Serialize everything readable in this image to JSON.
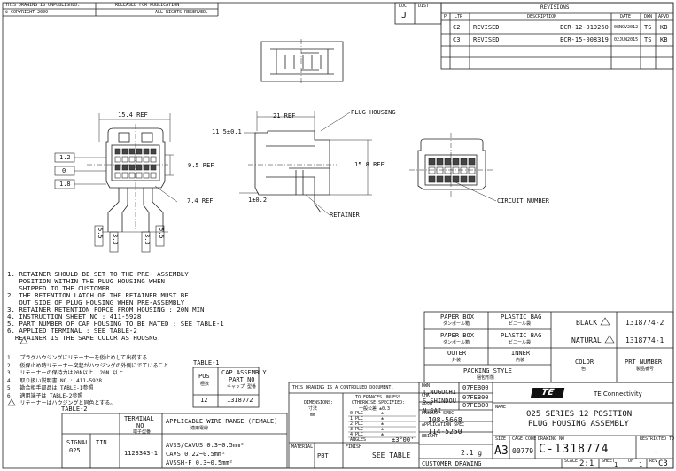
{
  "header": {
    "unpublished": "THIS DRAWING IS UNPUBLISHED.",
    "copyright": "© COPYRIGHT 2009",
    "released": "RELEASED FOR PUBLICATION",
    "rights": "ALL RIGHTS RESERVED."
  },
  "loc": {
    "label": "LOC",
    "value": "J",
    "dist": "DIST"
  },
  "revisions": {
    "title": "REVISIONS",
    "headers": [
      "P",
      "LTR",
      "DESCRIPTION",
      "DATE",
      "DWN",
      "APVD"
    ],
    "rows": [
      {
        "ltr": "C2",
        "desc": "REVISED",
        "ecr": "ECR-12-019260",
        "date": "08NOV2012",
        "dwn": "TS",
        "apvd": "KB"
      },
      {
        "ltr": "C3",
        "desc": "REVISED",
        "ecr": "ECR-15-008319",
        "date": "02JUN2015",
        "dwn": "TS",
        "apvd": "KB"
      }
    ]
  },
  "dims": {
    "w154": "15.4 REF",
    "w21": "21 REF",
    "h115": "11.5±0.1",
    "h95": "9.5 REF",
    "h158": "15.8 REF",
    "d74": "7.4 REF",
    "d1": "1±0.2",
    "b12": "1.2",
    "b0": "0",
    "b18": "1.8",
    "v55a": "5.5",
    "v33a": "3.3",
    "v33b": "3.3",
    "v55b": "5.5"
  },
  "callouts": {
    "plug": "PLUG HOUSING",
    "retainer": "RETAINER",
    "circuit": "CIRCUIT NUMBER"
  },
  "notes": [
    "1. RETAINER SHOULD BE SET TO THE PRE- ASSEMBLY",
    "   POSITION WITHIN THE PLUG HOUSING WHEN",
    "   SHIPPED TO THE CUSTOMER",
    "2. THE RETENTION LATCH OF THE RETAINER MUST BE",
    "   OUT SIDE OF PLUG HOUSING WHEN PRE-ASSEMBLY",
    "3. RETAINER RETENTION FORCE FROM HOUSING : 20N MIN",
    "4. INSTRUCTION SHEET NO : 411-5928",
    "5. PART NUMBER OF CAP HOUSING TO BE MATED : SEE TABLE-1",
    "6. APPLIED TERMINAL : SEE TABLE-2",
    "  RETAINER IS THE SAME COLOR AS HOUSNG."
  ],
  "jnotes": [
    "1.  プラグハウジングにリテーナーを仮止めして出荷する",
    "2.  仮保止め時リテーナー突起がハウジングの外側にでていること",
    "3.  リテーナーの保持力は20N以上  20N 以上",
    "4.  取り扱い説明書 NO : 411-5928",
    "5.  勘合相手部品は TABLE-1参照",
    "6.  適用端子は TABLE-2参照",
    "    リテーナーはハウジングと同色とする。"
  ],
  "table1": {
    "title": "TABLE-1",
    "pos": "POS",
    "pos_j": "極数",
    "cap": "CAP ASSEMBLY",
    "cap2": "PART NO",
    "cap_j": "キャップ 型番",
    "rows": [
      {
        "pos": "12",
        "part": "1318772"
      }
    ]
  },
  "table2": {
    "title": "TABLE-2",
    "terminal": "TERMINAL",
    "no": "NO",
    "no_j": "端子型番",
    "wire": "APPLICABLE WIRE RANGE (FEMALE)",
    "wire_j": "適用電線",
    "signal": "SIGNAL",
    "signal2": "025",
    "tin": "TIN",
    "part": "1123343-1",
    "w1": "AVSS/CAVUS 0.3~0.5mm²",
    "w2": "CAVS 0.22~0.5mm²",
    "w3": "AVSSH-F 0.3~0.5mm²"
  },
  "packing": {
    "paper_box": "PAPER BOX",
    "paper_box_j": "ダンボール箱",
    "plastic_bag": "PLASTIC BAG",
    "plastic_bag_j": "ビニール袋",
    "outer": "OUTER",
    "outer_j": "外装",
    "inner": "INNER",
    "inner_j": "内装",
    "style": "PACKING STYLE",
    "style_j": "梱包形態",
    "black": "BLACK",
    "natural": "NATURAL",
    "color": "COLOR",
    "color_j": "色",
    "pn": "PRT NUMBER",
    "pn_j": "製品番号",
    "pn1": "1318774-2",
    "pn2": "1318774-1"
  },
  "title_block": {
    "controlled": "THIS DRAWING IS A CONTROLLED DOCUMENT.",
    "dimensions": "DIMENSIONS:",
    "dim_j": "寸法",
    "mm": "mm",
    "tol": "TOLERANCES UNLESS",
    "tol2": "OTHERWISE SPECIFIED:",
    "tol3": "一般公差 ±0.3",
    "plc": [
      "0 PLC",
      "1 PLC",
      "2 PLC",
      "3 PLC",
      "4 PLC"
    ],
    "plc_val": [
      "±",
      "±",
      "±",
      "±",
      "±"
    ],
    "angles": "ANGLES",
    "ang_val": "±3°00'",
    "material": "MATERIAL",
    "material_val": "PBT",
    "finish": "FINISH",
    "finish_val": "SEE TABLE",
    "dwn_label": "DWN",
    "dwn": "T.NOGUCHI",
    "dwn_date": "07FEB00",
    "chk_label": "CHK",
    "chk": "S.SHINDOU",
    "chk_date": "07FEB00",
    "apvd_label": "APVD",
    "apvd": "N.SAI",
    "apvd_date": "07FEB00",
    "prod_spec_label": "PRODUCT SPEC",
    "prod_spec": "108-5668",
    "app_spec_label": "APPLICATION SPEC",
    "app_spec": "114-5250",
    "weight_label": "WEIGHT",
    "weight": "2.1 g",
    "customer": "CUSTOMER DRAWING",
    "logo": "TE",
    "company": "TE Connectivity",
    "name_label": "NAME",
    "name1": "025 SERIES 12 POSITION",
    "name2": "PLUG HOUSING ASSEMBLY",
    "size_label": "SIZE",
    "size": "A3",
    "cage_label": "CAGE CODE",
    "cage": "00779",
    "dwg_label": "DRAWING NO",
    "dwg_no": "C-1318774",
    "restricted": "RESTRICTED TO",
    "restricted_val": "-",
    "scale_label": "SCALE",
    "scale": "2:1",
    "sheet_label": "SHEET",
    "sheet": "1",
    "of": "OF",
    "sheet_total": "1",
    "rev_label": "REV",
    "rev": "C3"
  }
}
